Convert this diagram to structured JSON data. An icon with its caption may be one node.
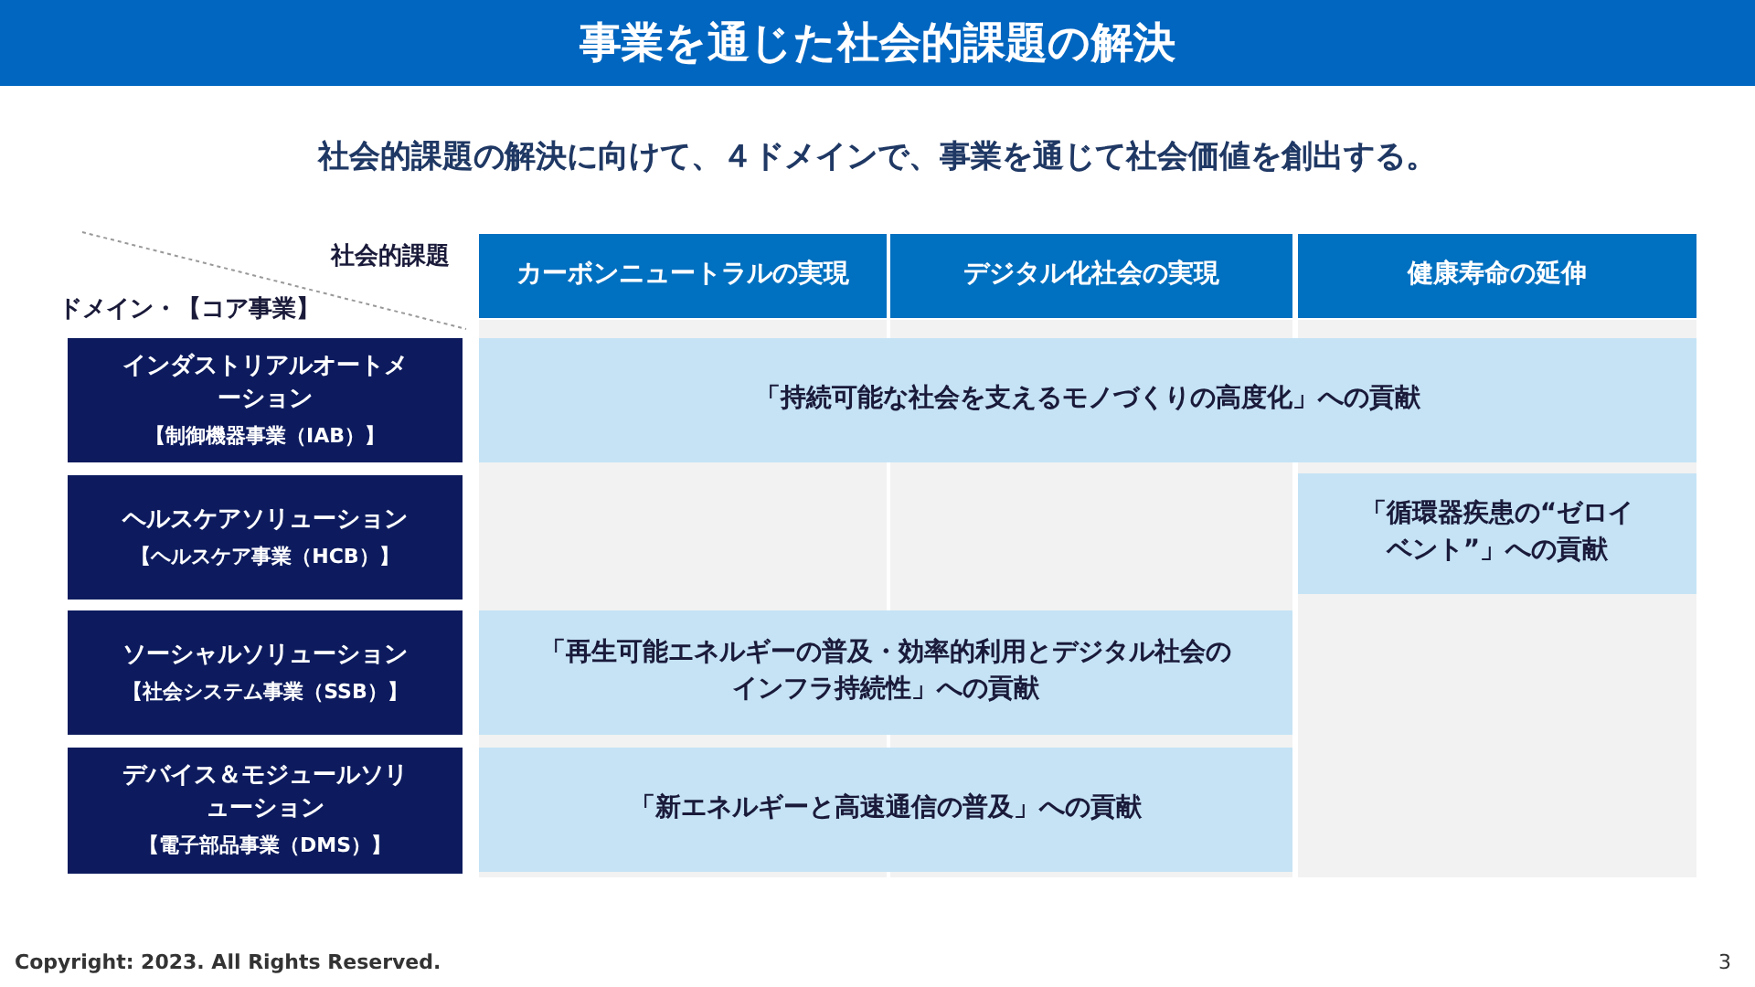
{
  "diagram": {
    "title": "事業を通じた社会的課題の解決",
    "nodes": [
      {
        "text": [
          "カーボンニュートラルの実現"
        ]
      },
      {
        "text": [
          "デジタル化社会の実現"
        ]
      },
      {
        "text": [
          "健康寿命の延伸"
        ]
      },
      {
        "text": [
          "インダストリアルオートメーション",
          "【制御機器事業（IAB）】"
        ]
      },
      {
        "text": [
          "「持続可能な社会を支えるモノづくりの高度化」への貢献"
        ]
      },
      {
        "text": [
          "ヘルスケアソリューション",
          "【ヘルスケア事業（HCB）】"
        ]
      },
      {
        "text": [
          "「循環器疾患の“ゼロイベント”」への貢献"
        ]
      },
      {
        "text": [
          "ソーシャルソリューション",
          "【社会システム事業（SSB）】"
        ]
      },
      {
        "text": [
          "「再生可能エネルギーの普及・効率的利用とデジタル社会のインフラ持続性」への貢献"
        ]
      },
      {
        "text": [
          "デバイス＆モジュールソリューション",
          "【電子部品事業（DMS）】"
        ]
      },
      {
        "text": [
          "「新エネルギーと高速通信の普及」への貢献"
        ]
      }
    ],
    "edges": [],
    "labels": [
      "社会的課題の解決に向けて、４ドメインで、事業を通じて社会価値を創出する。",
      "社会的課題",
      "ドメイン・【コア事業】",
      "Copyright: 2023. All Rights Reserved.",
      "3"
    ]
  }
}
